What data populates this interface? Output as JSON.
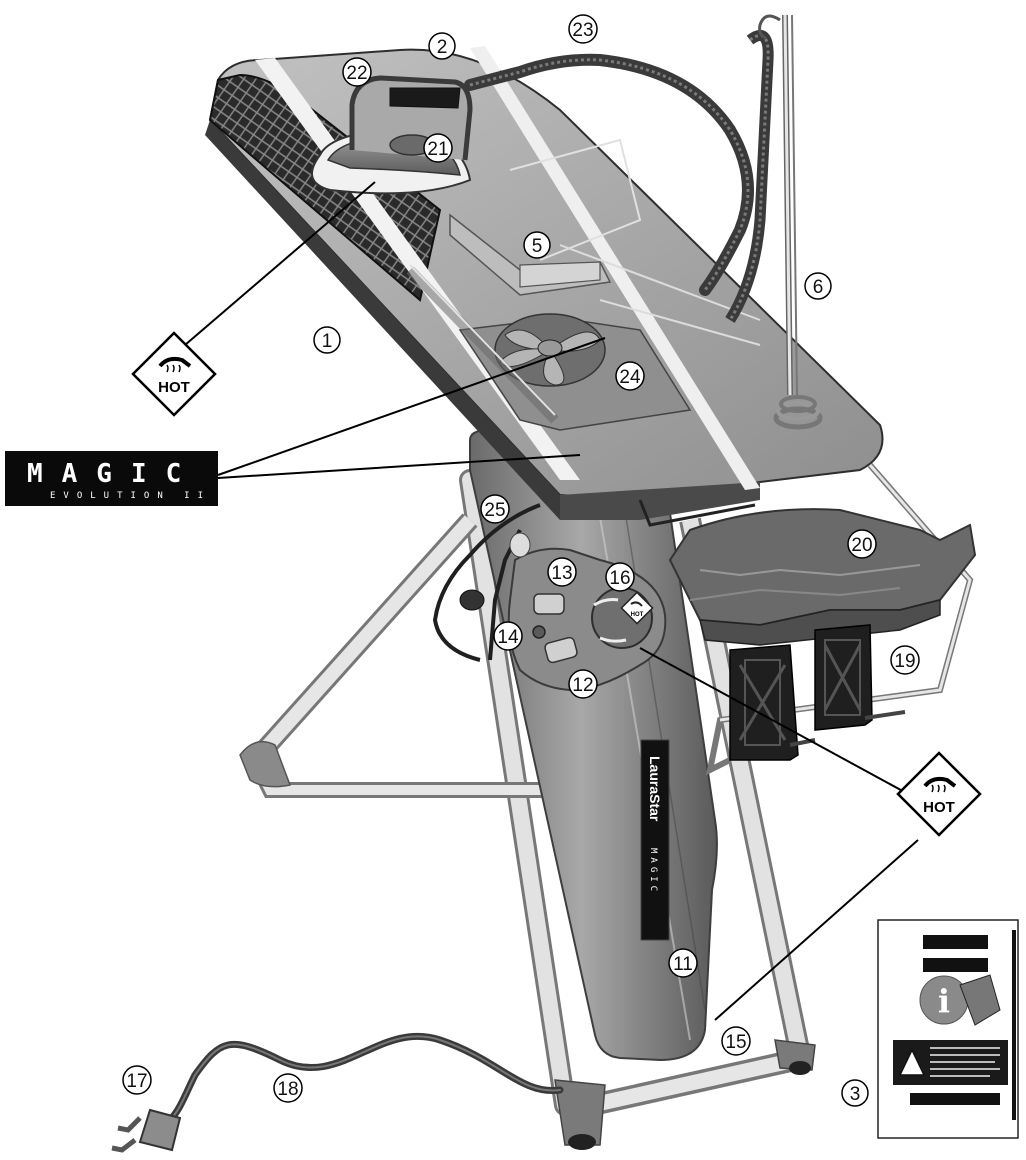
{
  "callouts": [
    {
      "id": "c1",
      "label": "1"
    },
    {
      "id": "c2",
      "label": "2"
    },
    {
      "id": "c3",
      "label": "3"
    },
    {
      "id": "c5",
      "label": "5"
    },
    {
      "id": "c6",
      "label": "6"
    },
    {
      "id": "c11",
      "label": "11"
    },
    {
      "id": "c12",
      "label": "12"
    },
    {
      "id": "c13",
      "label": "13"
    },
    {
      "id": "c14",
      "label": "14"
    },
    {
      "id": "c15",
      "label": "15"
    },
    {
      "id": "c16",
      "label": "16"
    },
    {
      "id": "c17",
      "label": "17"
    },
    {
      "id": "c18",
      "label": "18"
    },
    {
      "id": "c19",
      "label": "19"
    },
    {
      "id": "c20",
      "label": "20"
    },
    {
      "id": "c21",
      "label": "21"
    },
    {
      "id": "c22",
      "label": "22"
    },
    {
      "id": "c23",
      "label": "23"
    },
    {
      "id": "c24",
      "label": "24"
    },
    {
      "id": "c25",
      "label": "25"
    }
  ],
  "hot_sign": {
    "text": "HOT"
  },
  "magic_badge": {
    "title": "MAGIC",
    "subtitle": "EVOLUTION II"
  },
  "brand": {
    "name": "LauraStar",
    "model": "MAGIC"
  },
  "colors": {
    "board": "#a3a3a3",
    "dark": "#2d2d2d",
    "frame": "#d9d9d9"
  }
}
